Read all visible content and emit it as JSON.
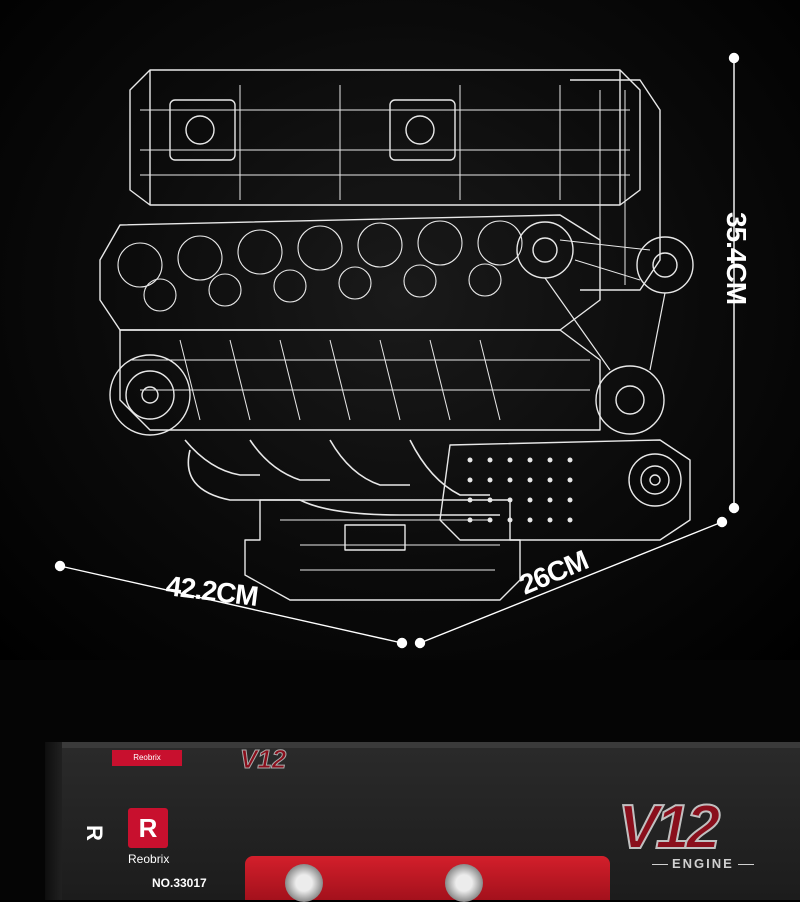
{
  "dimensions": {
    "width_label": "42.2CM",
    "depth_label": "26CM",
    "height_label": "35.4CM"
  },
  "box": {
    "brand_name": "Reobrix",
    "brand_mark": "R",
    "model_number": "NO.33017",
    "title_main": "V12",
    "title_sub": "ENGINE",
    "top_title": "V12"
  },
  "colors": {
    "brand_red": "#c8102e",
    "background": "#000000",
    "line": "#ffffff"
  }
}
